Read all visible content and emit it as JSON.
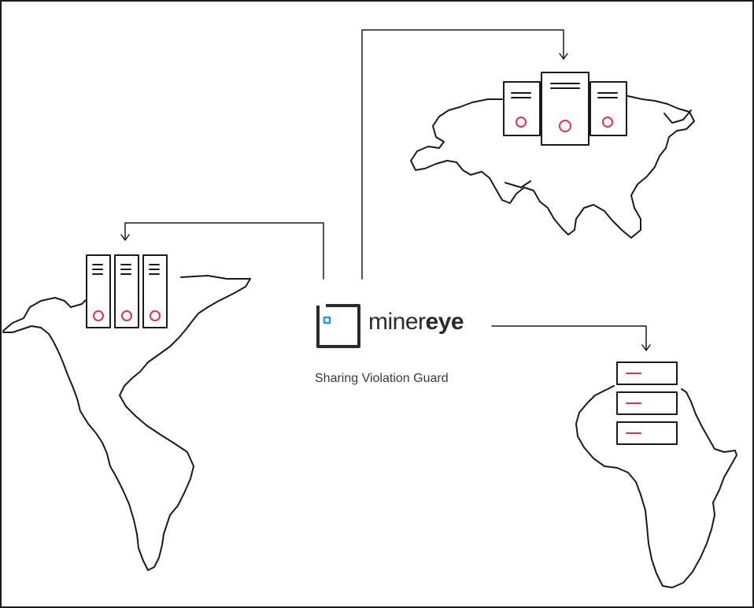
{
  "brand": {
    "name_light": "miner",
    "name_bold": "eye"
  },
  "tagline": "Sharing Violation Guard",
  "colors": {
    "line": "#1a1a1a",
    "accent_red": "#e0324b",
    "accent_blue": "#1e9fd8",
    "logo_dark": "#2b2b2b"
  },
  "icons": {
    "logo": "minereye-logo-icon",
    "servers": [
      "server-rack-icon",
      "server-rack-icon",
      "stacked-server-icon"
    ],
    "maps": [
      "americas-map-icon",
      "eurasia-map-icon",
      "africa-map-icon"
    ]
  }
}
